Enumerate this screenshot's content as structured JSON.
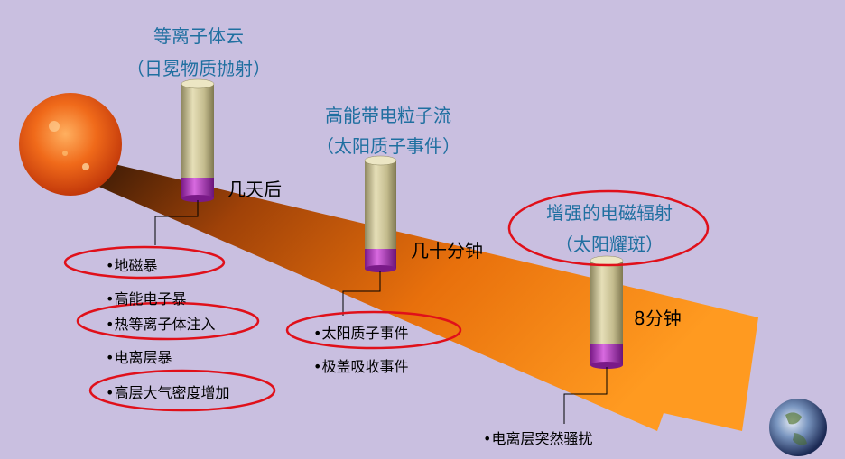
{
  "events": [
    {
      "title": "等离子体云",
      "subtitle": "（日冕物质抛射）",
      "time": "几天后",
      "effects": [
        "•地磁暴",
        "•高能电子暴",
        "•热等离子体注入",
        "•电离层暴",
        "•高层大气密度增加"
      ]
    },
    {
      "title": "高能带电粒子流",
      "subtitle": "（太阳质子事件）",
      "time": "几十分钟",
      "effects": [
        "•太阳质子事件",
        "•极盖吸收事件"
      ]
    },
    {
      "title": "增强的电磁辐射",
      "subtitle": "（太阳耀斑）",
      "time": "8分钟",
      "effects": [
        "•电离层突然骚扰"
      ]
    }
  ],
  "colors": {
    "background": "#c9bfe0",
    "arrow_start": "#3a1a05",
    "arrow_end": "#ff8a10",
    "title_text": "#1f6fa0",
    "highlight_circle": "#e0101a",
    "cylinder_body": "#cfc79a",
    "cylinder_band": "#b040b8"
  },
  "icons": [
    "sun-icon",
    "earth-icon"
  ]
}
